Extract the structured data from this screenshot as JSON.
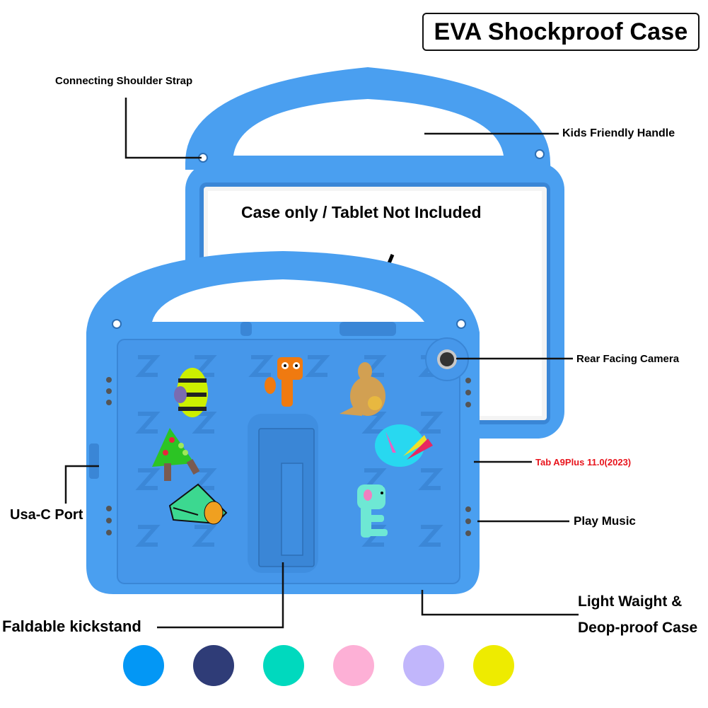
{
  "title": "EVA Shockproof Case",
  "screen_notice": "Case only / Tablet Not Included",
  "callouts": {
    "shoulder_strap": "Connecting Shoulder Strap",
    "handle": "Kids Friendly Handle",
    "camera": "Rear Facing Camera",
    "model": "Tab A9Plus 11.0(2023)",
    "usb_port": "Usa-C Port",
    "play_music": "Play Music",
    "kickstand": "Faldable kickstand",
    "light_weight_line1": "Light Waight &",
    "light_weight_line2": "Deop-proof Case"
  },
  "colors": {
    "case_blue": "#4a9ff0",
    "case_blue_dark": "#3a86d6",
    "model_text": "#e8141c"
  },
  "color_options": [
    {
      "name": "blue",
      "hex": "#0397f5"
    },
    {
      "name": "navy",
      "hex": "#2f3c77"
    },
    {
      "name": "turquoise",
      "hex": "#00d9be"
    },
    {
      "name": "pink",
      "hex": "#fdb0d6"
    },
    {
      "name": "lavender",
      "hex": "#c1b6fb"
    },
    {
      "name": "yellow",
      "hex": "#eeeb00"
    }
  ],
  "stickers": [
    "bee-letter-b",
    "fox-letter-f",
    "kangaroo-letter-k",
    "tree-letter-a",
    "umbrella-letter-u",
    "violin-piano",
    "elephant-letter-e"
  ]
}
